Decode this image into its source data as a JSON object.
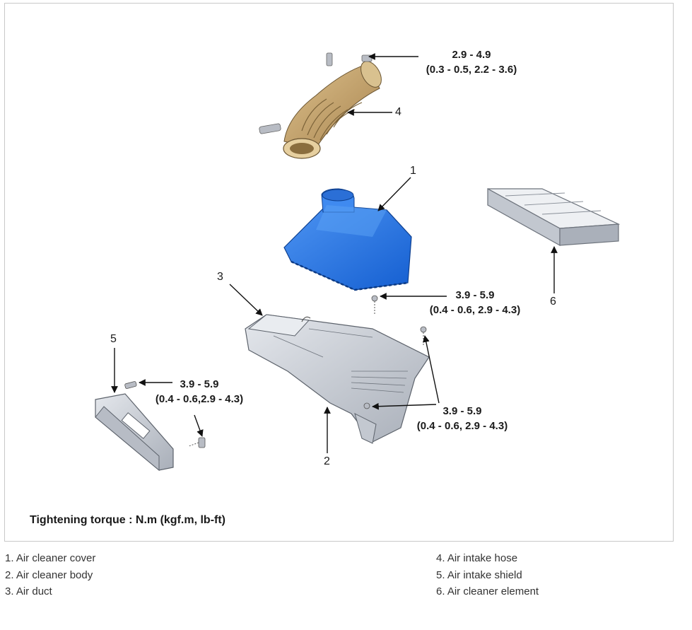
{
  "callouts": {
    "hose": "4",
    "cover": "1",
    "duct": "3",
    "element": "6",
    "shield": "5",
    "body": "2"
  },
  "torques": {
    "hose_clamp": {
      "value": "2.9 - 4.9",
      "conversion": "(0.3 - 0.5, 2.2 - 3.6)"
    },
    "cover_bolt": {
      "value": "3.9 - 5.9",
      "conversion": "(0.4 - 0.6, 2.9 - 4.3)"
    },
    "shield_bolt": {
      "value": "3.9 - 5.9",
      "conversion": "(0.4 - 0.6,2.9 - 4.3)"
    },
    "body_bolt": {
      "value": "3.9 - 5.9",
      "conversion": "(0.4 - 0.6, 2.9 - 4.3)"
    }
  },
  "torque_note": "Tightening torque : N.m (kgf.m, lb-ft)",
  "legend": {
    "left": [
      "1. Air cleaner cover",
      "2. Air cleaner body",
      "3. Air duct"
    ],
    "right": [
      "4. Air intake hose",
      "5. Air intake shield",
      "6. Air cleaner element"
    ]
  },
  "colors": {
    "cover_blue": "#1f6fe0",
    "hose_tan": "#c9a872",
    "gray_part": "#c9ced6"
  }
}
